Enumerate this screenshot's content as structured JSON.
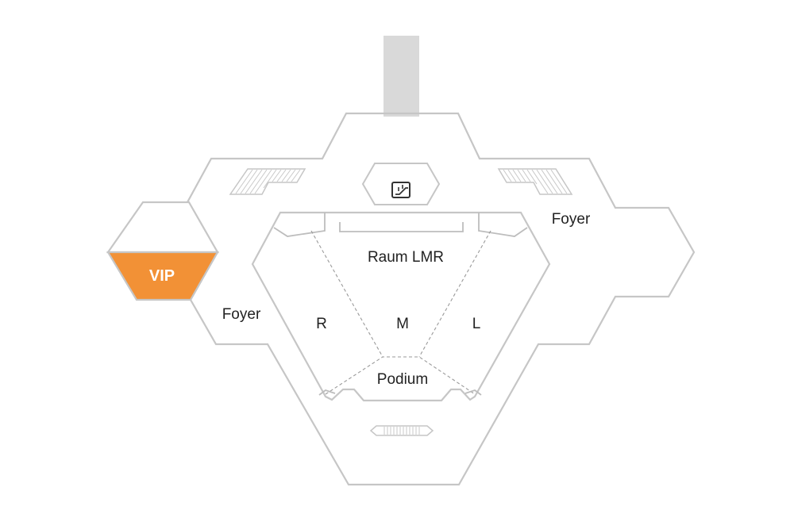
{
  "rooms": {
    "vip": {
      "label": "VIP",
      "highlighted": true,
      "color": "#F29136"
    },
    "main_hall": {
      "label": "Raum LMR"
    },
    "section_r": {
      "label": "R"
    },
    "section_m": {
      "label": "M"
    },
    "section_l": {
      "label": "L"
    },
    "podium": {
      "label": "Podium"
    },
    "foyer_left": {
      "label": "Foyer"
    },
    "foyer_right": {
      "label": "Foyer"
    }
  },
  "icons": {
    "escalator": "escalator-icon",
    "staircase_left": "staircase-icon",
    "staircase_right": "staircase-icon",
    "radiator": "radiator-icon"
  },
  "colors": {
    "outline": "#c6c6c6",
    "entrance_corridor": "#d9d9d9",
    "highlight": "#F29136"
  }
}
